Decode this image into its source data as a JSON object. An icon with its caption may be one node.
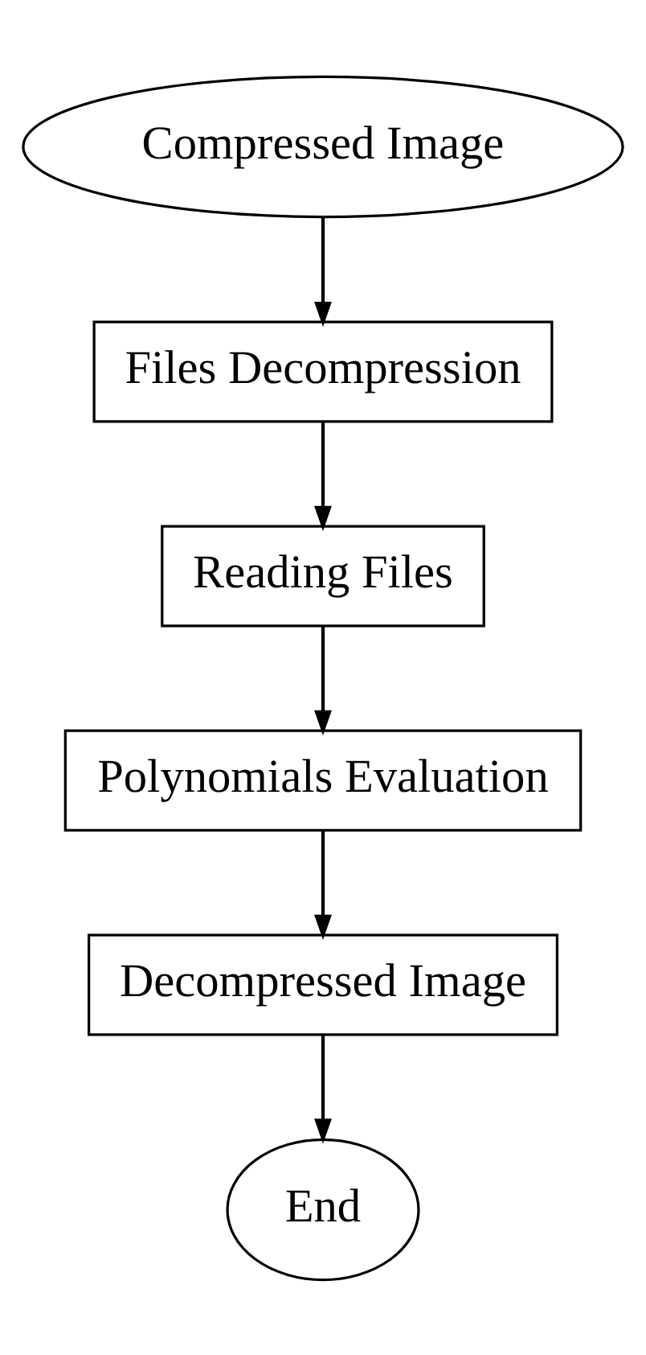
{
  "diagram": {
    "nodes": [
      {
        "text": [
          "Compressed Image"
        ]
      },
      {
        "text": [
          "Files Decompression"
        ]
      },
      {
        "text": [
          "Reading Files"
        ]
      },
      {
        "text": [
          "Polynomials Evaluation"
        ]
      },
      {
        "text": [
          "Decompressed Image"
        ]
      },
      {
        "text": [
          "End"
        ]
      }
    ],
    "edges": [
      {
        "from": 0,
        "to": 1,
        "arrow": "to"
      },
      {
        "from": 1,
        "to": 2,
        "arrow": "to"
      },
      {
        "from": 2,
        "to": 3,
        "arrow": "to"
      },
      {
        "from": 3,
        "to": 4,
        "arrow": "to"
      },
      {
        "from": 4,
        "to": 5,
        "arrow": "to"
      }
    ]
  }
}
